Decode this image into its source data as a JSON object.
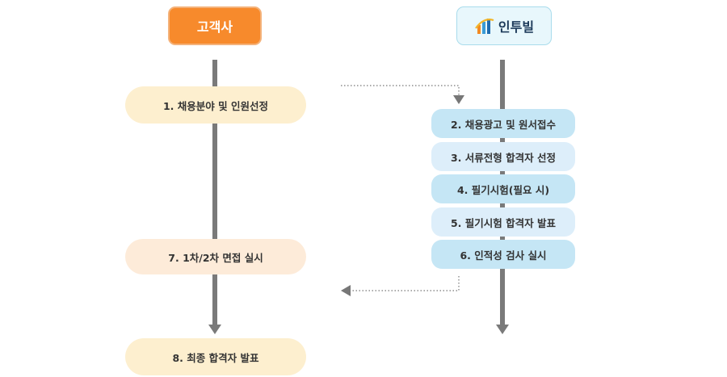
{
  "lanes": {
    "client": {
      "label": "고객사",
      "color": "#f78a2c"
    },
    "provider": {
      "label": "인투빌",
      "logo_icon": "intobill-logo-icon"
    }
  },
  "client_steps": [
    {
      "label": "1. 채용분야 및 인원선정",
      "color": "#fdefcf"
    },
    {
      "label": "7. 1차/2차 면접 실시",
      "color": "#fdebd9"
    },
    {
      "label": "8. 최종 합격자 발표",
      "color": "#fdefcf"
    }
  ],
  "provider_steps": [
    {
      "label": "2. 채용광고 및 원서접수",
      "color": "#c5e6f5"
    },
    {
      "label": "3. 서류전형 합격자 선정",
      "color": "#ddeefa"
    },
    {
      "label": "4. 필기시험(필요 시)",
      "color": "#c5e6f5"
    },
    {
      "label": "5. 필기시험 합격자 발표",
      "color": "#ddeefa"
    },
    {
      "label": "6. 인적성 검사 실시",
      "color": "#c5e6f5"
    }
  ],
  "colors": {
    "flow_arrow": "#7a7a7a",
    "handoff_arrow": "#777777"
  }
}
